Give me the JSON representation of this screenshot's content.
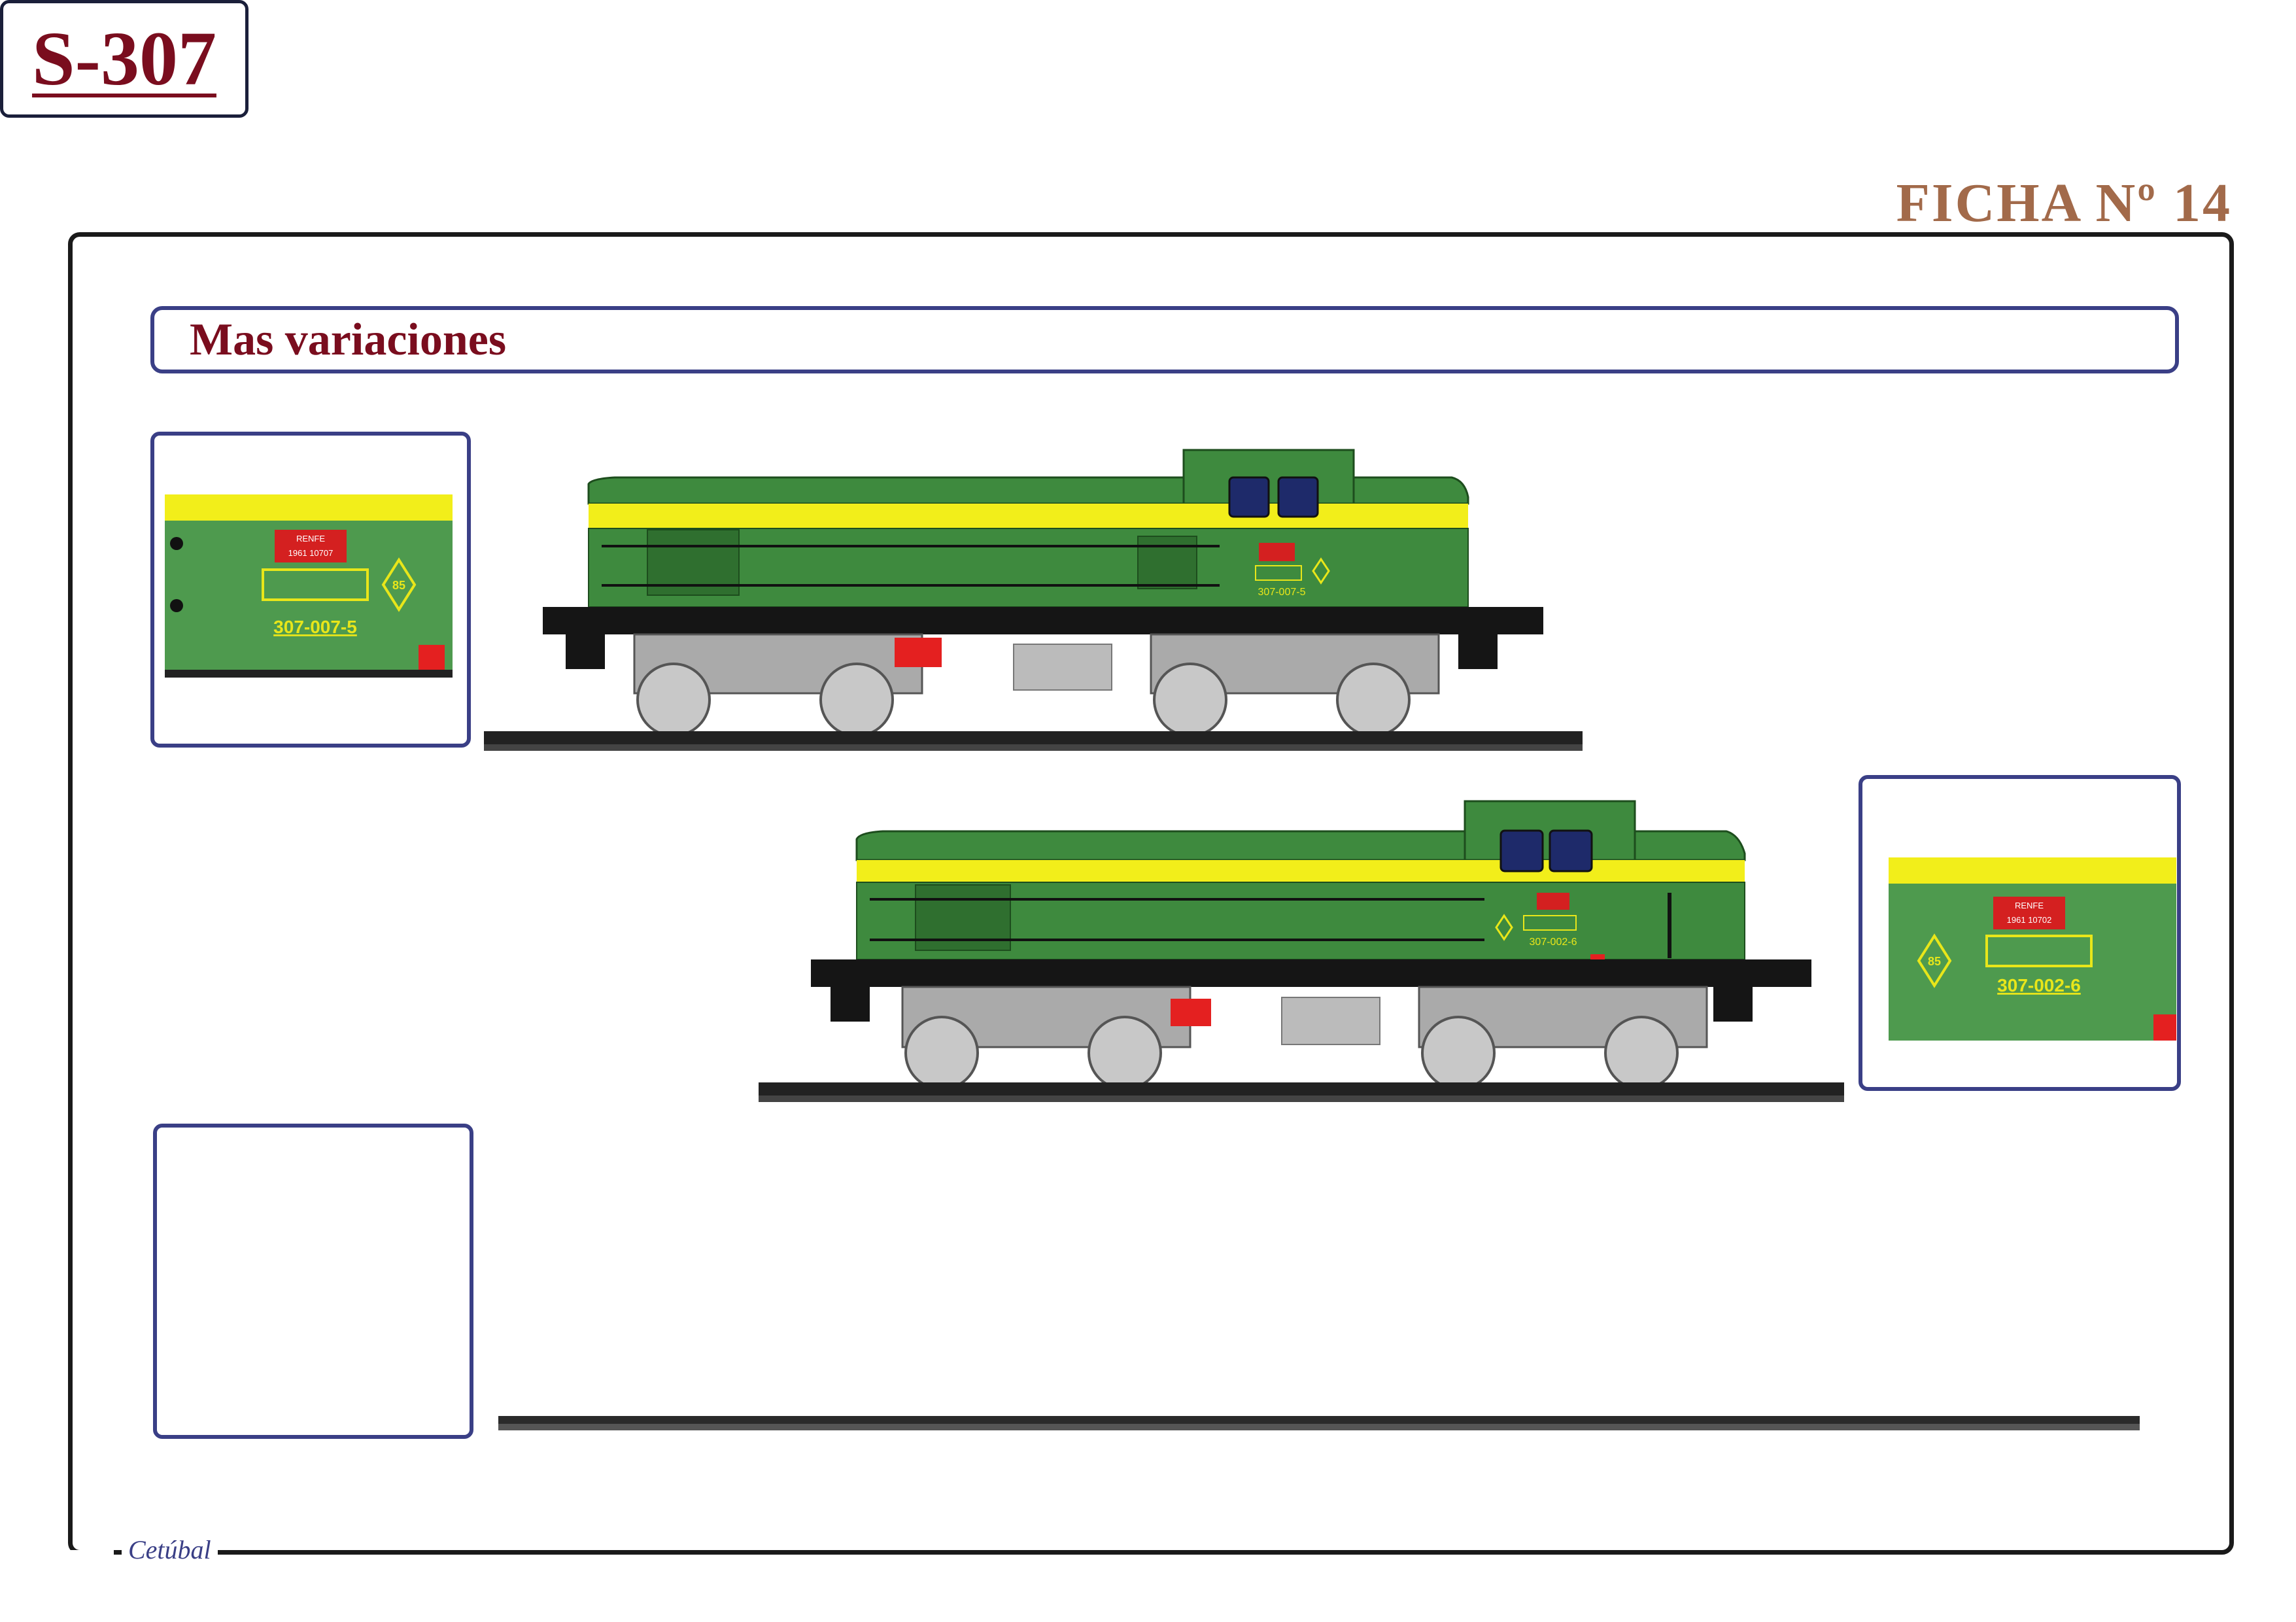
{
  "header": {
    "title": "S-307",
    "ficha": "FICHA Nº 14"
  },
  "section": {
    "title": "Mas variaciones"
  },
  "locomotives": [
    {
      "number": "307-007-5",
      "plate_top": "RENFE",
      "plate_bottom": "1961 10707",
      "speed_badge": "85"
    },
    {
      "number": "307-002-6",
      "plate_top": "RENFE",
      "plate_bottom": "1961 10702",
      "speed_badge": "85"
    }
  ],
  "footer": {
    "signature": "Cetúbal"
  },
  "colors": {
    "title": "#7a0d1e",
    "ficha": "#a26a4a",
    "frame": "#3a3f86",
    "body_green": "#3e8a3e",
    "stripe_yellow": "#f2ee1a"
  }
}
